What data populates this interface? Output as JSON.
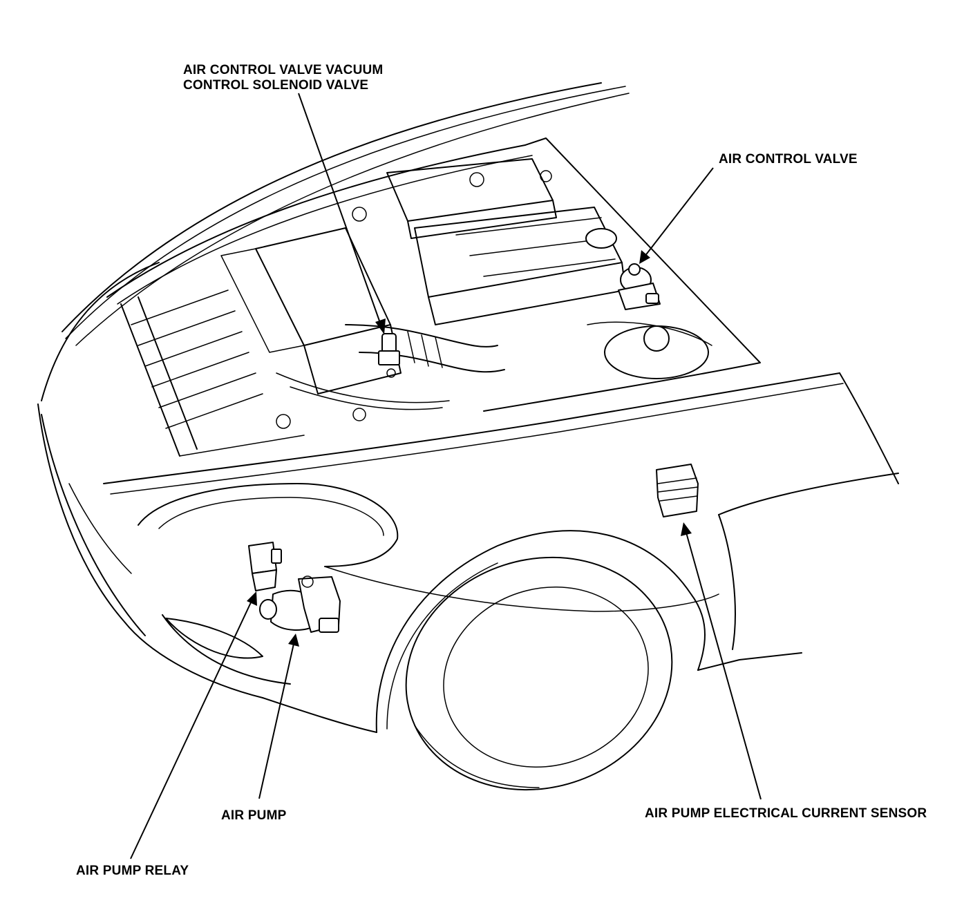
{
  "labels": {
    "solenoid_line1": "AIR CONTROL VALVE VACUUM",
    "solenoid_line2": "CONTROL SOLENOID VALVE",
    "air_control_valve": "AIR CONTROL VALVE",
    "air_pump": "AIR PUMP",
    "air_pump_relay": "AIR PUMP RELAY",
    "current_sensor": "AIR PUMP ELECTRICAL CURRENT SENSOR"
  },
  "colors": {
    "ink": "#000000",
    "paper": "#ffffff"
  }
}
